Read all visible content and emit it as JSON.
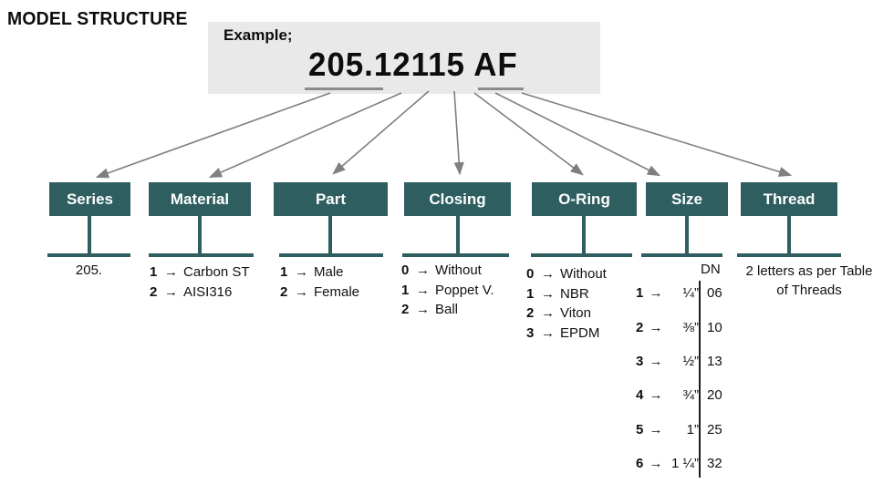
{
  "title": "MODEL STRUCTURE",
  "example": {
    "label": "Example;",
    "code": "205.12115 AF"
  },
  "glyphs": {
    "arrow": "→"
  },
  "colors": {
    "teal": "#2e5e60",
    "example_bg": "#e9e9e9",
    "arrow_gray": "#7f7f7f",
    "divider_black": "#1a1a1a"
  },
  "columns": [
    {
      "label": "Series",
      "value": "205."
    },
    {
      "label": "Material",
      "items": [
        {
          "code": "1",
          "value": "Carbon ST"
        },
        {
          "code": "2",
          "value": "AISI316"
        }
      ]
    },
    {
      "label": "Part",
      "items": [
        {
          "code": "1",
          "value": "Male"
        },
        {
          "code": "2",
          "value": "Female"
        }
      ]
    },
    {
      "label": "Closing",
      "items": [
        {
          "code": "0",
          "value": "Without"
        },
        {
          "code": "1",
          "value": "Poppet V."
        },
        {
          "code": "2",
          "value": "Ball"
        }
      ]
    },
    {
      "label": "O-Ring",
      "items": [
        {
          "code": "0",
          "value": "Without"
        },
        {
          "code": "1",
          "value": "NBR"
        },
        {
          "code": "2",
          "value": "Viton"
        },
        {
          "code": "3",
          "value": "EPDM"
        }
      ]
    },
    {
      "label": "Size",
      "dn_header": "DN",
      "items": [
        {
          "code": "1",
          "value": "¼”",
          "dn": "06"
        },
        {
          "code": "2",
          "value": "⅜”",
          "dn": "10"
        },
        {
          "code": "3",
          "value": "½”",
          "dn": "13"
        },
        {
          "code": "4",
          "value": "¾”",
          "dn": "20"
        },
        {
          "code": "5",
          "value": "1”",
          "dn": "25"
        },
        {
          "code": "6",
          "value": "1 ¼”",
          "dn": "32"
        }
      ]
    },
    {
      "label": "Thread",
      "note": "2 letters as per Table of Threads"
    }
  ]
}
